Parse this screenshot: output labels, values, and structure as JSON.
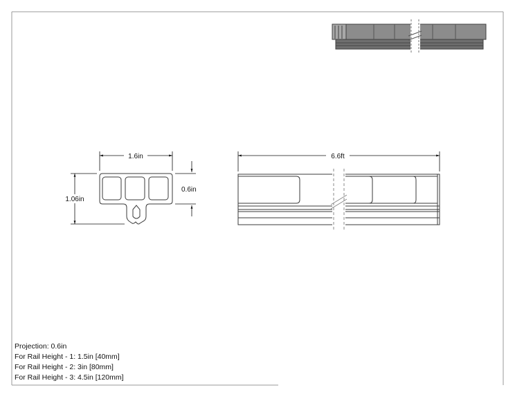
{
  "drawing": {
    "dimensions": {
      "width": "1.6in",
      "height": "1.06in",
      "inner_height": "0.6in",
      "length": "6.6ft"
    },
    "notes": [
      "Projection: 0.6in",
      "For Rail Height - 1: 1.5in [40mm]",
      "For Rail Height - 2: 3in [80mm]",
      "For Rail Height - 3: 4.5in [120mm]"
    ],
    "colors": {
      "line": "#3a3a3a",
      "iso_fill": "#8c8c8c",
      "iso_dark": "#5e5e5e",
      "border": "#9a9a9a"
    }
  }
}
